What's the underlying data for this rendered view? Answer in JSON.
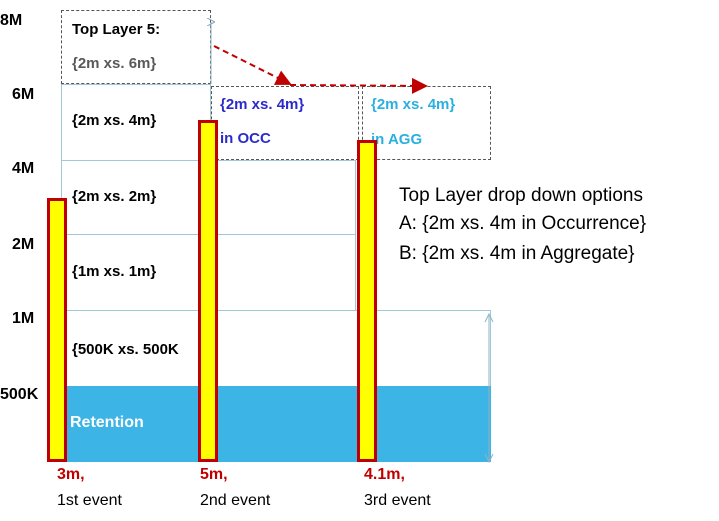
{
  "y_axis": [
    "8M",
    "6M",
    "4M",
    "2M",
    "1M",
    "500K"
  ],
  "layers": {
    "top_title": "Top Layer 5:",
    "top_range": "{2m xs. 6m}",
    "l4": "{2m xs. 4m}",
    "l3": "{2m xs. 2m}",
    "l2": "{1m xs. 1m}",
    "l1": "{500K xs. 500K",
    "retention": "Retention"
  },
  "options_boxes": {
    "occ_range": "{2m xs. 4m}",
    "occ_label": "in OCC",
    "agg_range": "{2m xs. 4m}",
    "agg_label": "in AGG"
  },
  "dropdown": {
    "title": "Top Layer drop down options",
    "a": "A: {2m xs. 4m in Occurrence}",
    "b": "B: {2m xs. 4m in Aggregate}"
  },
  "events": [
    {
      "amount": "3m,",
      "label": "1st event"
    },
    {
      "amount": "5m,",
      "label": "2nd event"
    },
    {
      "amount": "4.1m,",
      "label": "3rd event"
    }
  ],
  "colors": {
    "retention": "#3db4e6",
    "bar_fill": "#ffff00",
    "bar_border": "#c00000",
    "occ_text": "#2b2bcc",
    "agg_text": "#2ab0e0",
    "arrow": "#c00000"
  }
}
